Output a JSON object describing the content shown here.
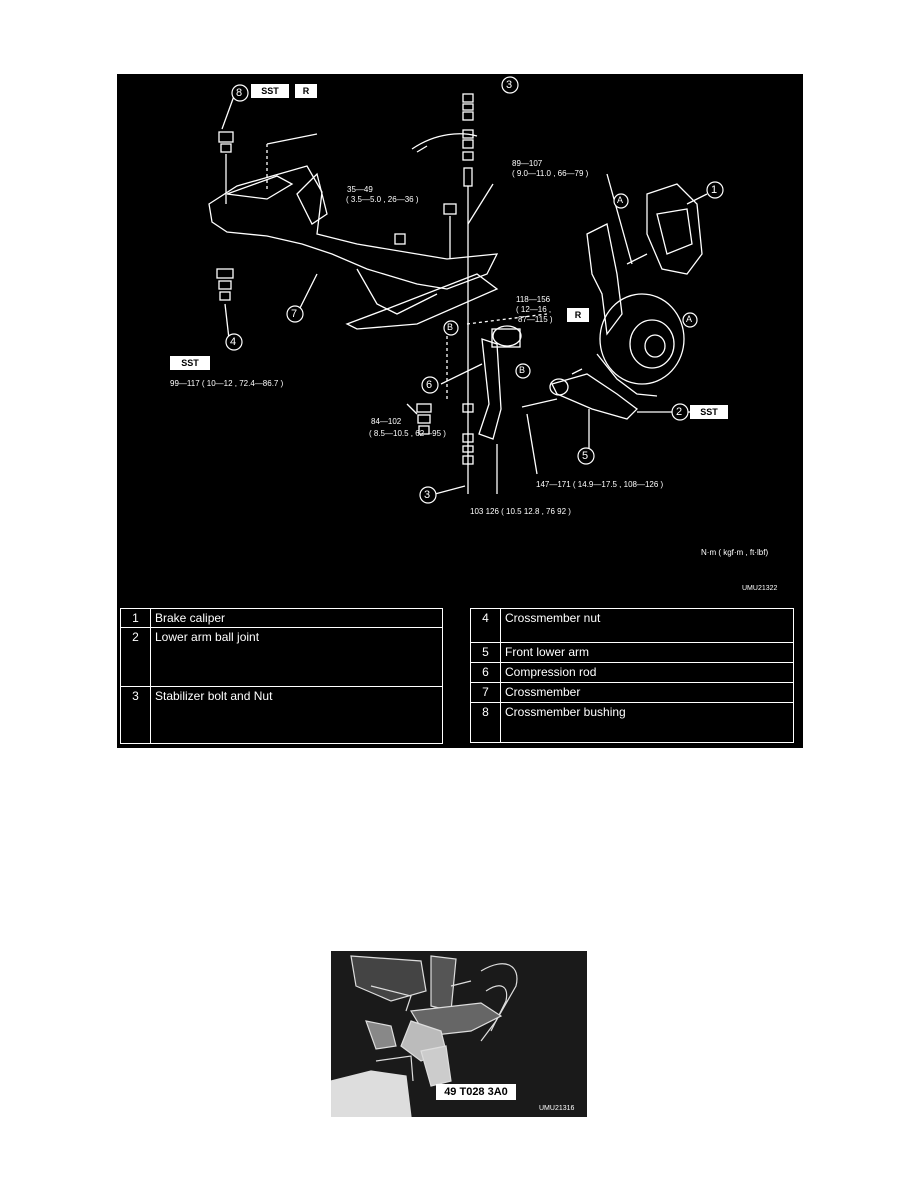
{
  "figure": {
    "callouts": [
      "1",
      "2",
      "3",
      "4",
      "5",
      "6",
      "7",
      "8",
      "3"
    ],
    "tags": {
      "sst": "SST",
      "r": "R",
      "a": "A",
      "b": "B"
    },
    "torques": {
      "t1": "89—107",
      "t1b": "( 9.0—11.0 , 66—79 )",
      "t2": "35—49",
      "t2b": "( 3.5—5.0 , 26—36 )",
      "t3": "118—156",
      "t3b": "( 12—16 ,",
      "t3c": "87—115 )",
      "t4": "99—117 ( 10—12 , 72.4—86.7 )",
      "t5": "84—102",
      "t5b": "( 8.5—10.5 , 62—95 )",
      "t6": "147—171 ( 14.9—17.5 , 108—126 )",
      "t7": "103   126 ( 10.5   12.8 , 76   92 )"
    },
    "unit_note": "N·m ( kgf·m , ft·lbf)",
    "code": "UMU21322"
  },
  "legend_left": [
    {
      "num": "1",
      "name": "Brake caliper"
    },
    {
      "num": "2",
      "name": "Lower arm ball joint"
    },
    {
      "num": "3",
      "name": "Stabilizer bolt and Nut"
    }
  ],
  "legend_right": [
    {
      "num": "4",
      "name": "Crossmember nut"
    },
    {
      "num": "5",
      "name": "Front lower arm"
    },
    {
      "num": "6",
      "name": "Compression rod"
    },
    {
      "num": "7",
      "name": "Crossmember"
    },
    {
      "num": "8",
      "name": "Crossmember bushing"
    }
  ],
  "photo": {
    "tool_label": "49 T028 3A0",
    "code": "UMU21316"
  }
}
